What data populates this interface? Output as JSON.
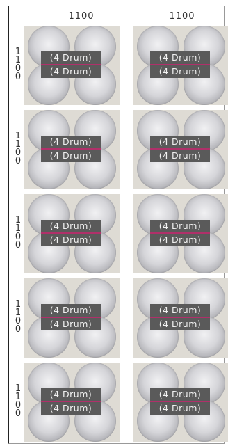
{
  "columns": [
    {
      "label": "1100"
    },
    {
      "label": "1100"
    }
  ],
  "rows": [
    {
      "label": [
        "1",
        "1",
        "0",
        "0"
      ]
    },
    {
      "label": [
        "1",
        "1",
        "0",
        "0"
      ]
    },
    {
      "label": [
        "1",
        "1",
        "0",
        "0"
      ]
    },
    {
      "label": [
        "1",
        "1",
        "0",
        "0"
      ]
    },
    {
      "label": [
        "1",
        "1",
        "0",
        "0"
      ]
    }
  ],
  "pallet": {
    "top_tag": "(4 Drum)",
    "bottom_tag": "(4 Drum)"
  },
  "colors": {
    "pallet": "#dedbd4",
    "tag": "#5a5a5a",
    "divider": "#b0306a"
  }
}
